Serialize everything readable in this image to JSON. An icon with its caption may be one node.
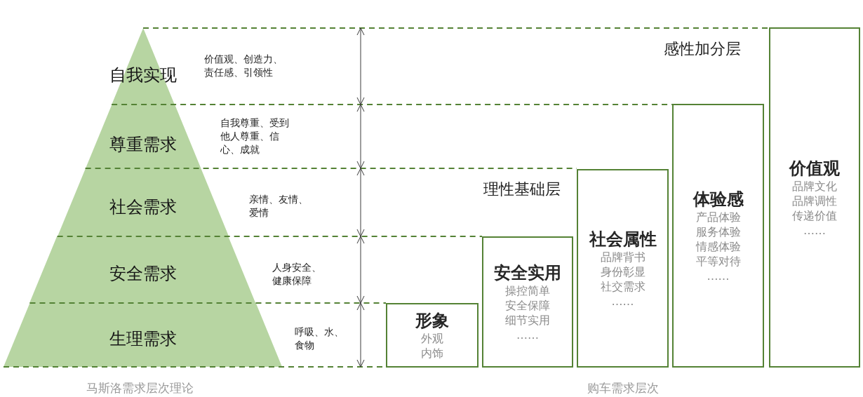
{
  "diagram": {
    "nodes": [
      {
        "text": [
          "自我实现"
        ],
        "beside": [
          "价值观、创造力、责任感、引领性"
        ]
      },
      {
        "text": [
          "尊重需求"
        ],
        "beside": [
          "自我尊重、受到他人尊重、信心、成就"
        ]
      },
      {
        "text": [
          "社会需求"
        ],
        "beside": [
          "亲情、友情、爱情"
        ]
      },
      {
        "text": [
          "安全需求"
        ],
        "beside": [
          "人身安全、健康保障"
        ]
      },
      {
        "text": [
          "生理需求"
        ],
        "beside": [
          "呼吸、水、食物"
        ]
      },
      {
        "text": [
          "形象",
          "外观",
          "内饰"
        ]
      },
      {
        "text": [
          "安全实用",
          "操控简单",
          "安全保障",
          "细节实用",
          "……"
        ]
      },
      {
        "text": [
          "社会属性",
          "品牌背书",
          "身份彰显",
          "社交需求",
          "……"
        ]
      },
      {
        "text": [
          "体验感",
          "产品体验",
          "服务体验",
          "情感体验",
          "平等对待",
          "……"
        ]
      },
      {
        "text": [
          "价值观",
          "品牌文化",
          "品牌调性",
          "传递价值",
          "……"
        ]
      }
    ],
    "labels": [
      "感性加分层",
      "理性基础层",
      "马斯洛需求层次理论",
      "购车需求层次"
    ]
  }
}
